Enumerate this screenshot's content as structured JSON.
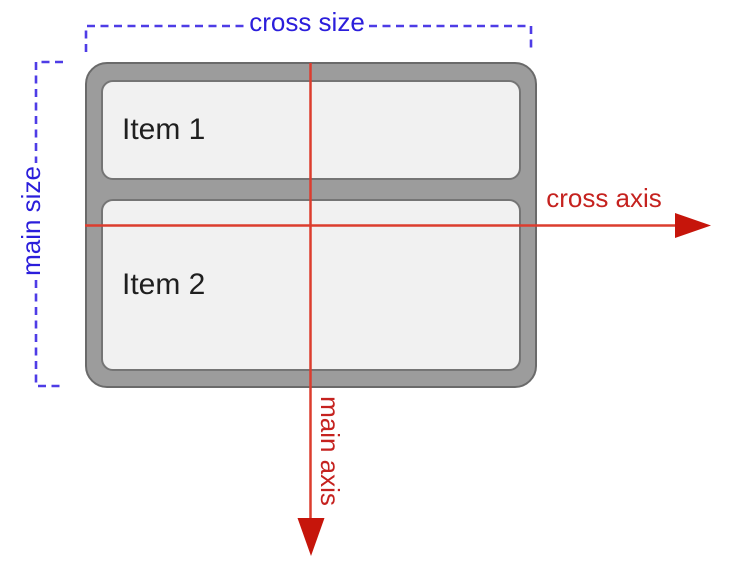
{
  "colors": {
    "background": "#ffffff",
    "blue_text": "#2b1edb",
    "blue_dash": "#4e3ce6",
    "red_text": "#c5221f",
    "red_line": "#dc3d2e",
    "red_fill": "#c6150b",
    "container_bg": "#9c9c9c",
    "container_border": "#6a6a6a",
    "item_bg": "#f1f1f1",
    "item_border": "#757575",
    "item_text": "#1f1f1f"
  },
  "diagram": {
    "labels": {
      "cross_size": "cross size",
      "main_size": "main size",
      "cross_axis": "cross axis",
      "main_axis": "main axis"
    },
    "items": [
      {
        "label": "Item 1"
      },
      {
        "label": "Item 2"
      }
    ]
  }
}
